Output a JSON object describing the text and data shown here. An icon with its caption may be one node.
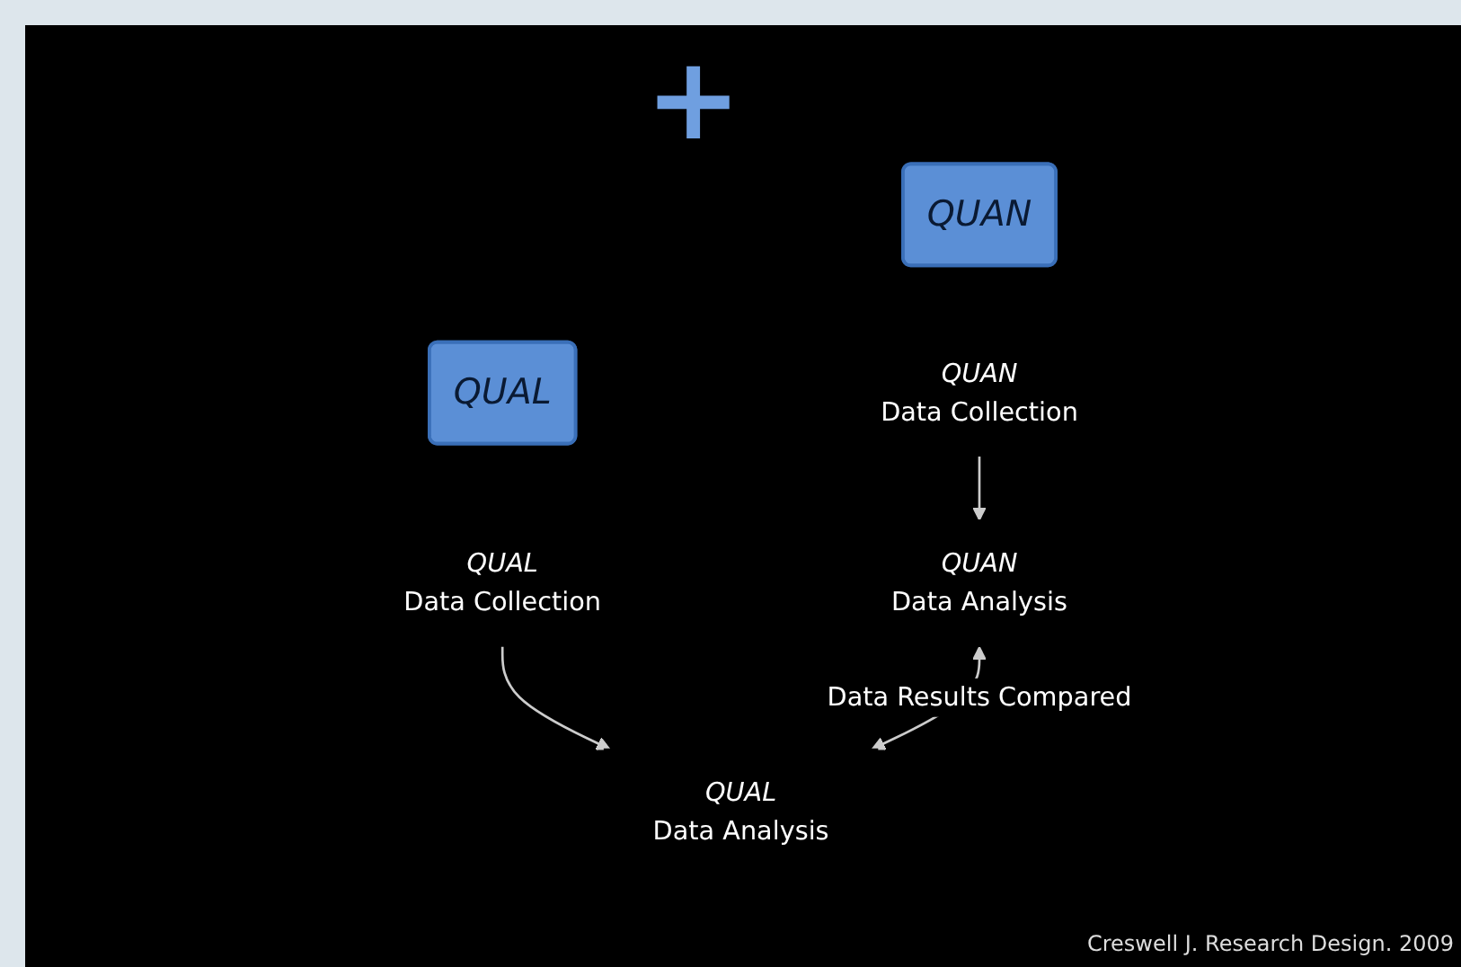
{
  "diagram": {
    "nodes": [
      {
        "text": [
          "QUAN"
        ]
      },
      {
        "text": [
          "QUAL"
        ]
      },
      {
        "text": [
          "QUAN",
          "Data Collection"
        ]
      },
      {
        "text": [
          "QUAL",
          "Data Collection"
        ]
      },
      {
        "text": [
          "QUAN",
          "Data Analysis"
        ]
      },
      {
        "text": [
          "QUAL",
          "Data Analysis"
        ]
      }
    ],
    "edges": [
      {
        "from": 2,
        "to": 4,
        "arrow": "to"
      },
      {
        "from": 3,
        "to": 5,
        "arrow": "to"
      },
      {
        "from": 4,
        "to": 5,
        "arrow": "both",
        "label": "Data Results Compared"
      }
    ],
    "labels": [
      "+",
      "Creswell J. Research Design. 2009"
    ]
  }
}
